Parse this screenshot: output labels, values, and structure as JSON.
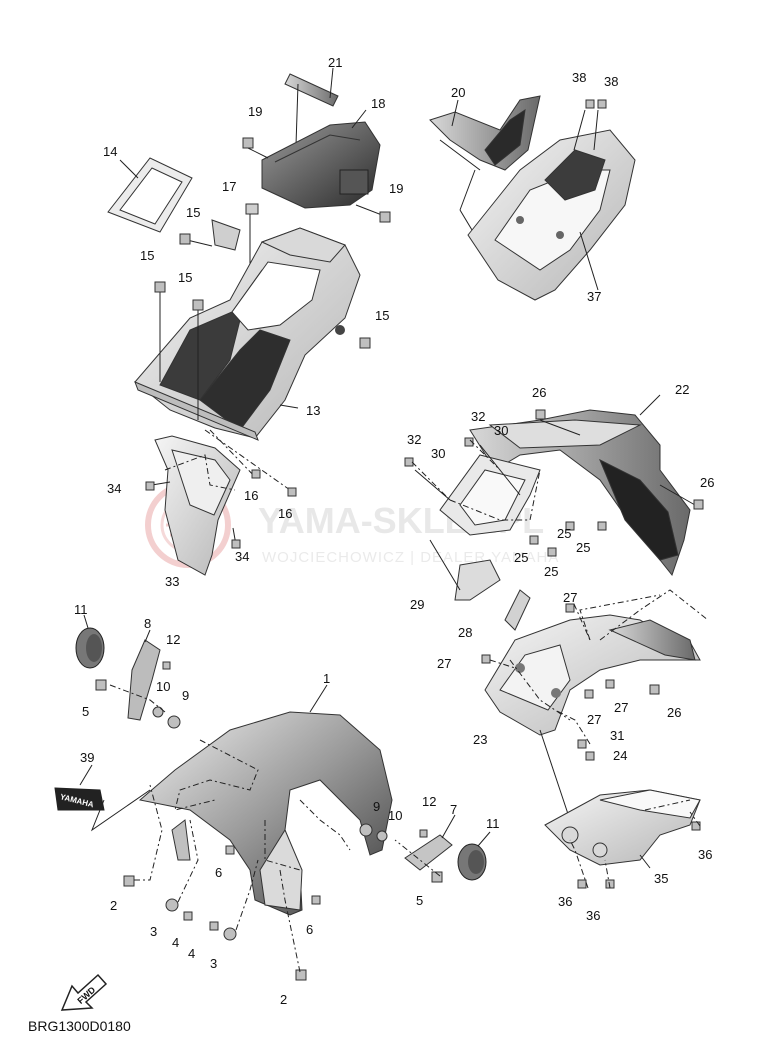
{
  "diagram": {
    "code": "BRG1300D0180",
    "fwd_label": "FWD",
    "decal_label": "YAMAHA",
    "watermark": {
      "title": "YAMA-SKLEP.PL",
      "subtitle": "WOJCIECHOWICZ | DEALER YAMAHA"
    },
    "callouts": [
      "1",
      "2",
      "3",
      "4",
      "5",
      "6",
      "7",
      "8",
      "9",
      "10",
      "11",
      "12",
      "13",
      "14",
      "15",
      "16",
      "17",
      "18",
      "19",
      "20",
      "21",
      "22",
      "23",
      "24",
      "25",
      "26",
      "27",
      "28",
      "29",
      "30",
      "31",
      "32",
      "33",
      "34",
      "35",
      "36",
      "37",
      "38",
      "39"
    ]
  }
}
